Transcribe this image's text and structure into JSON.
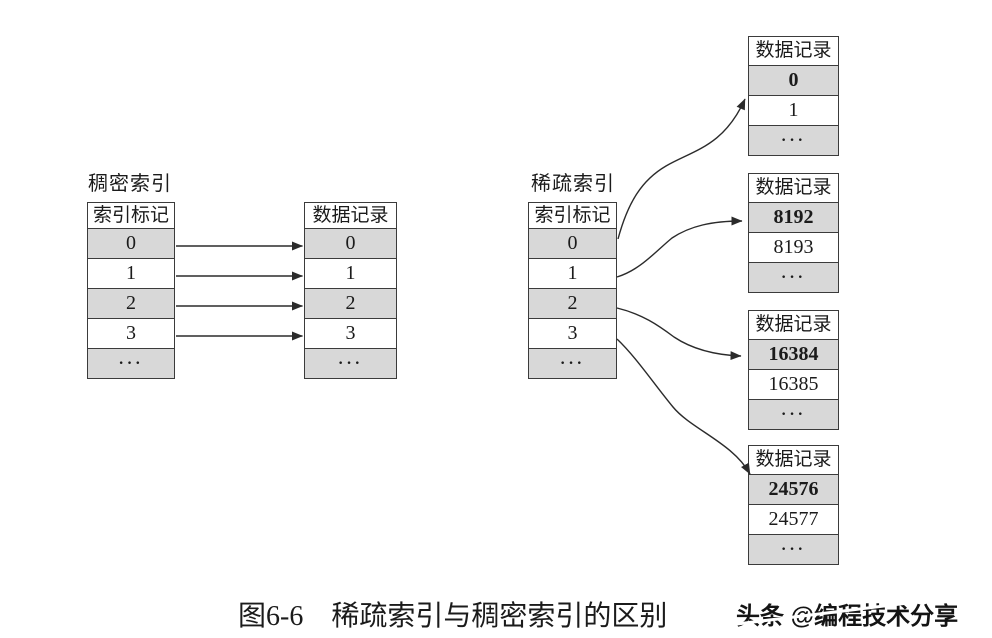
{
  "colors": {
    "shaded_row": "#d8d8d8",
    "plain_row": "#ffffff",
    "border": "#3b3b3b",
    "arrow": "#2b2b2b",
    "text": "#1b1b1b"
  },
  "dense": {
    "label": "稠密索引",
    "index_table": {
      "header": "索引标记",
      "rows": [
        "0",
        "1",
        "2",
        "3",
        "···"
      ]
    },
    "data_table": {
      "header": "数据记录",
      "rows": [
        "0",
        "1",
        "2",
        "3",
        "···"
      ]
    }
  },
  "sparse": {
    "label": "稀疏索引",
    "index_table": {
      "header": "索引标记",
      "rows": [
        "0",
        "1",
        "2",
        "3",
        "···"
      ]
    },
    "data_tables": [
      {
        "header": "数据记录",
        "rows": [
          "0",
          "1",
          "···"
        ]
      },
      {
        "header": "数据记录",
        "rows": [
          "8192",
          "8193",
          "···"
        ]
      },
      {
        "header": "数据记录",
        "rows": [
          "16384",
          "16385",
          "···"
        ]
      },
      {
        "header": "数据记录",
        "rows": [
          "24576",
          "24577",
          "···"
        ]
      }
    ]
  },
  "caption": "图6-6　稀疏索引与稠密索引的区别",
  "watermark": {
    "text": "头条 @编程技术分享"
  }
}
